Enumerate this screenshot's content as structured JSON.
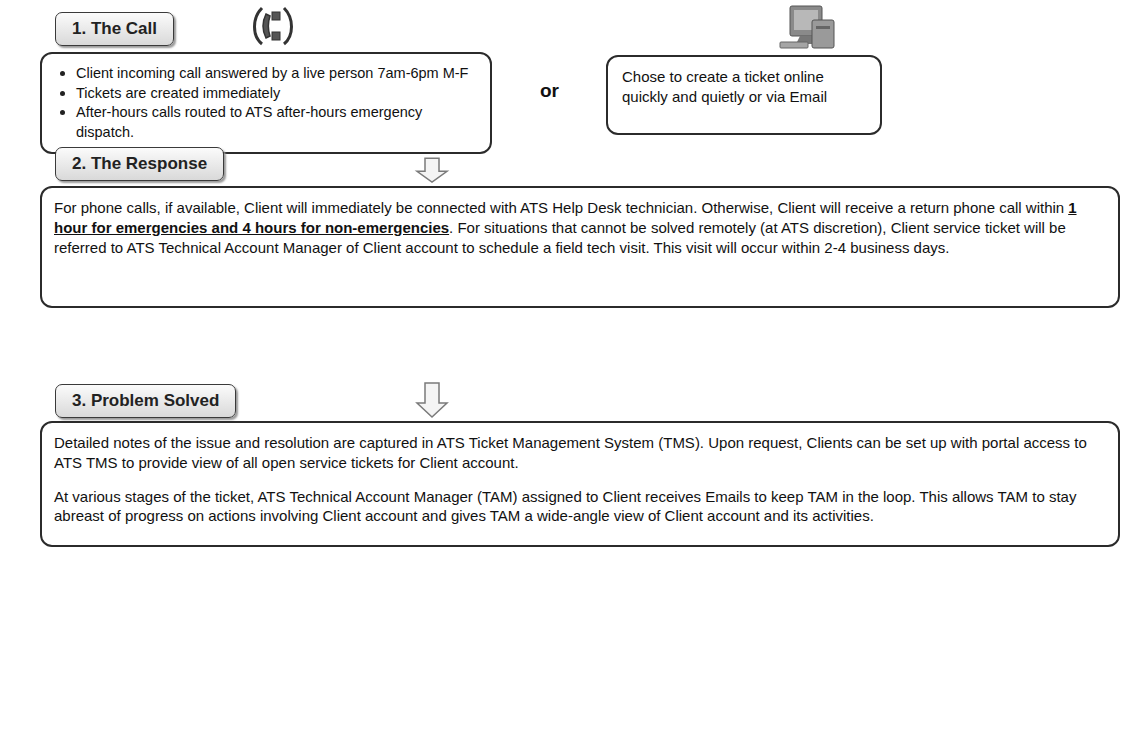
{
  "diagram": {
    "nodes": [
      {
        "text": [
          "1. The Call"
        ]
      },
      {
        "text": [
          "Client incoming call answered by a live person 7am-6pm M-F",
          "Tickets are created immediately",
          "After-hours calls routed to ATS after-hours emergency dispatch."
        ]
      },
      {
        "text": [
          "Chose to create a ticket online quickly and quietly or via Email"
        ]
      },
      {
        "text": [
          "2. The Response"
        ]
      },
      {
        "text": [
          "For phone calls, if available, Client will immediately be connected with ATS Help Desk technician.  Otherwise, Client will receive a return phone call within",
          "1 hour for emergencies and 4 hours for non-emergencies",
          ".  For situations that cannot be solved remotely (at ATS discretion), Client service ticket will be referred to ATS Technical Account Manager of Client account to schedule a field tech visit.  This visit will occur within 2-4 business days."
        ]
      },
      {
        "text": [
          "3. Problem Solved"
        ]
      },
      {
        "text": [
          "Detailed notes of the issue and resolution are captured in ATS Ticket Management System (TMS).  Upon request, Clients can be set up with portal access to ATS TMS to provide view of all open service tickets for Client account.",
          "At various stages of the ticket, ATS Technical Account Manager (TAM) assigned to Client receives Emails to keep TAM in the loop.  This allows TAM to stay abreast of progress on actions involving Client account and gives TAM a wide-angle view of Client account and its activities."
        ]
      }
    ],
    "edges": [
      {
        "from": 1,
        "to": 4,
        "arrow": "to"
      },
      {
        "from": 4,
        "to": 6,
        "arrow": "to"
      }
    ],
    "labels": [
      "or"
    ]
  }
}
